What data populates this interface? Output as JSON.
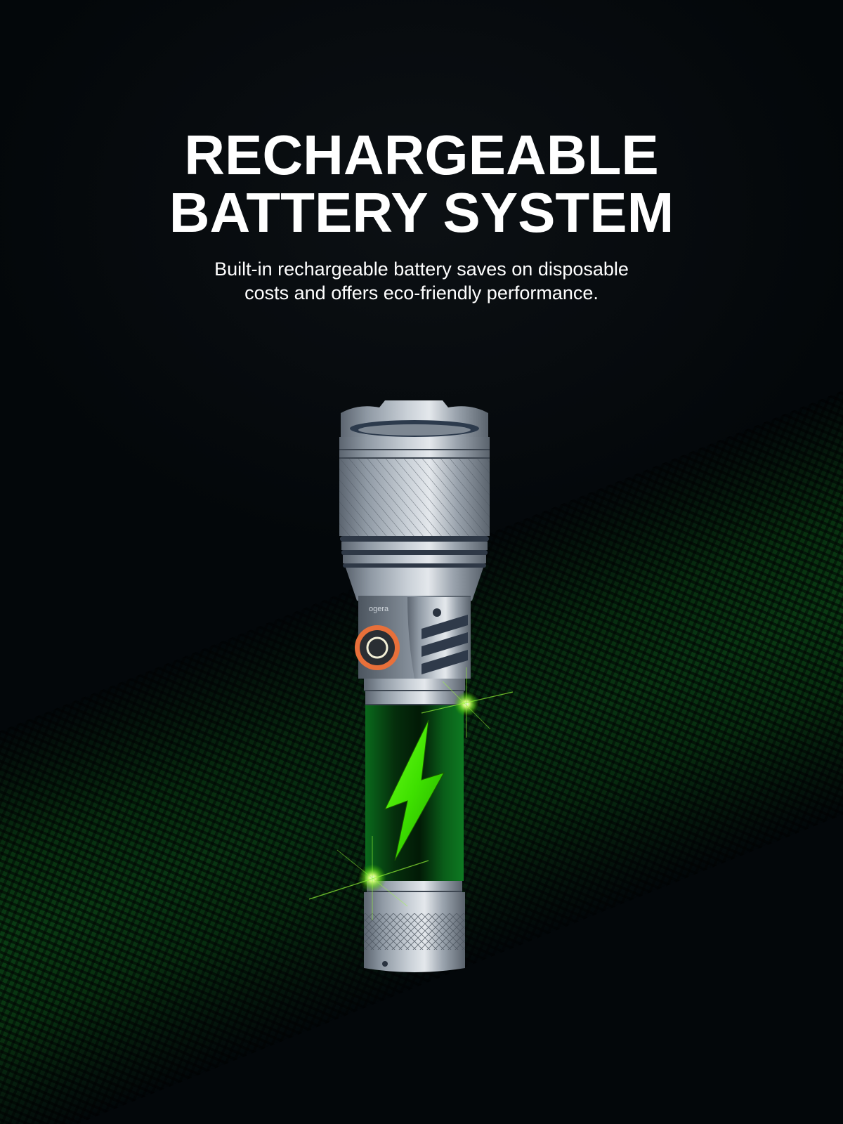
{
  "headline": {
    "line1": "RECHARGEABLE",
    "line2": "BATTERY SYSTEM"
  },
  "subheadline": {
    "line1": "Built-in rechargeable battery saves on disposable",
    "line2": "costs and offers eco-friendly performance."
  },
  "product": {
    "brand_mark": "ogera",
    "icon": "lightning-bolt-icon"
  },
  "colors": {
    "background": "#03070a",
    "accent_green": "#33dd00",
    "battery_green": "#0b6b1e",
    "button_ring": "#e8703a",
    "metal": "#9aa3ad"
  }
}
